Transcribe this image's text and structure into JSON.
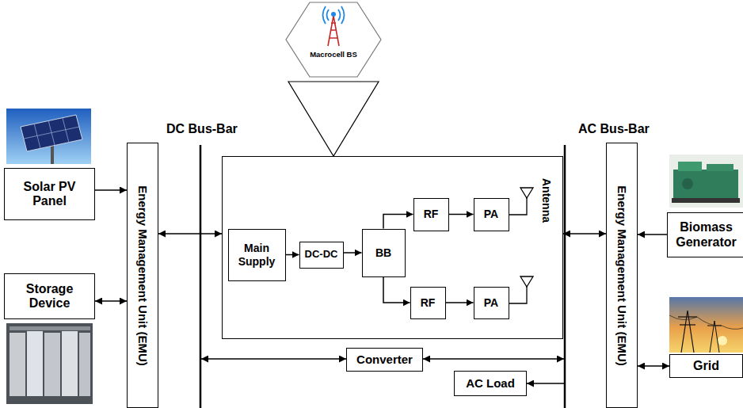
{
  "diagram": {
    "nodes": [
      {
        "text": [
          "Solar PV Panel"
        ]
      },
      {
        "text": [
          "Storage Device"
        ]
      },
      {
        "text": [
          "Energy Management Unit (EMU)"
        ]
      },
      {
        "text": [
          "Macrocell BS"
        ]
      },
      {
        "text": [
          "Antenna"
        ]
      },
      {
        "text": [
          "Main Supply"
        ],
        "in": 4
      },
      {
        "text": [
          "DC-DC"
        ],
        "in": 4
      },
      {
        "text": [
          "BB"
        ],
        "in": 4
      },
      {
        "text": [
          "RF"
        ],
        "in": 4
      },
      {
        "text": [
          "PA"
        ],
        "in": 4
      },
      {
        "text": [
          "RF"
        ],
        "in": 4
      },
      {
        "text": [
          "PA"
        ],
        "in": 4
      },
      {
        "text": [
          "Converter"
        ]
      },
      {
        "text": [
          "AC Load"
        ]
      },
      {
        "text": [
          "Energy Management Unit (EMU)"
        ]
      },
      {
        "text": [
          "Biomass Generator"
        ]
      },
      {
        "text": [
          "Grid"
        ]
      }
    ],
    "edges": [
      {
        "from": 0,
        "to": 2,
        "arrow": "to"
      },
      {
        "from": 1,
        "to": 2,
        "arrow": "both"
      },
      {
        "from": 2,
        "to": 4,
        "arrow": "both"
      },
      {
        "from": 3,
        "to": 4,
        "arrow": "none"
      },
      {
        "from": 5,
        "to": 6,
        "arrow": "to"
      },
      {
        "from": 6,
        "to": 7,
        "arrow": "to"
      },
      {
        "from": 7,
        "to": 8,
        "arrow": "to"
      },
      {
        "from": 7,
        "to": 10,
        "arrow": "to"
      },
      {
        "from": 8,
        "to": 9,
        "arrow": "to"
      },
      {
        "from": 10,
        "to": 11,
        "arrow": "to"
      },
      {
        "from": 4,
        "to": 14,
        "arrow": "both"
      },
      {
        "from": 15,
        "to": 14,
        "arrow": "to"
      },
      {
        "from": 16,
        "to": 14,
        "arrow": "both"
      }
    ],
    "labels": [
      "DC Bus-Bar",
      "AC Bus-Bar"
    ]
  }
}
